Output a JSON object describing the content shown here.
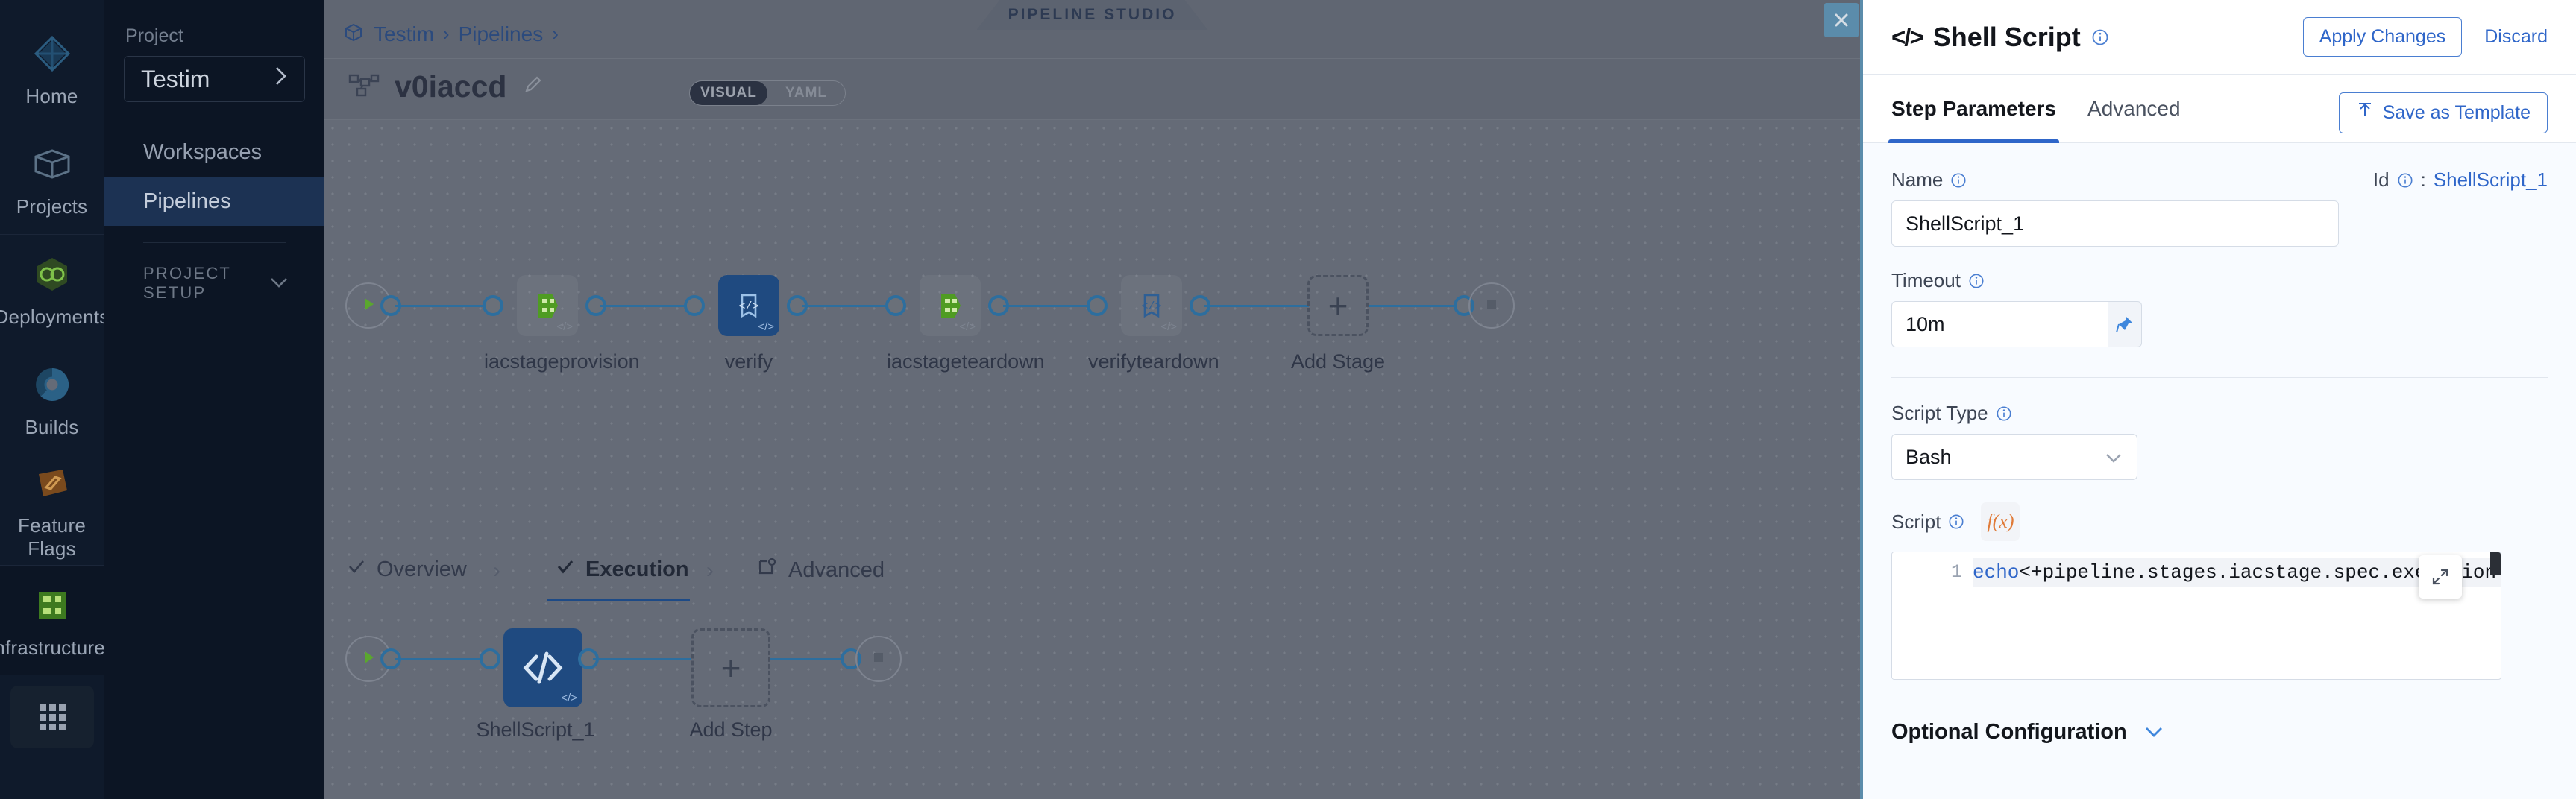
{
  "rail": {
    "items": [
      {
        "label": "Home",
        "icon": "home-diamond-icon"
      },
      {
        "label": "Projects",
        "icon": "box-icon"
      },
      {
        "label": "Deployments",
        "icon": "infinity-hex-icon"
      },
      {
        "label": "Builds",
        "icon": "build-circle-icon"
      },
      {
        "label": "Feature Flags",
        "icon": "flag-icon"
      },
      {
        "label": "Infrastructures",
        "icon": "infra-nodes-icon"
      }
    ],
    "grid_icon": "apps-grid-icon"
  },
  "project_sidebar": {
    "heading": "Project",
    "selected_project": "Testim",
    "chevron_icon": "chevron-right-icon",
    "nav": [
      {
        "label": "Workspaces",
        "active": false
      },
      {
        "label": "Pipelines",
        "active": true
      }
    ],
    "setup_label": "PROJECT SETUP",
    "setup_chevron": "chevron-down-icon"
  },
  "studio": {
    "tag": "PIPELINE STUDIO",
    "breadcrumb": {
      "project_icon": "cube-icon",
      "items": [
        "Testim",
        "Pipelines"
      ],
      "separator": "›"
    },
    "pipeline_icon": "pipeline-nodes-icon",
    "pipeline_name": "v0iaccd",
    "edit_icon": "pencil-icon",
    "view_toggle": {
      "options": [
        "VISUAL",
        "YAML"
      ],
      "selected": "VISUAL"
    }
  },
  "canvas": {
    "stages": [
      {
        "name": "iacstageprovision",
        "type": "infra",
        "selected": false
      },
      {
        "name": "verify",
        "type": "code",
        "selected": true
      },
      {
        "name": "iacstageteardown",
        "type": "infra",
        "selected": false
      },
      {
        "name": "verifyteardown",
        "type": "code",
        "selected": false
      }
    ],
    "add_stage_label": "Add Stage",
    "add_icon": "plus-icon",
    "start_icon": "play-icon",
    "end_icon": "stop-icon",
    "exec_tabs": [
      {
        "label": "Overview",
        "icon": "check-icon",
        "active": false
      },
      {
        "label": "Execution",
        "icon": "check-icon",
        "active": true
      },
      {
        "label": "Advanced",
        "icon": "advanced-gear-icon",
        "active": false
      }
    ],
    "tab_separator": "›",
    "steps": [
      {
        "name": "ShellScript_1",
        "type": "code",
        "selected": true
      }
    ],
    "add_step_label": "Add Step"
  },
  "panel": {
    "close_icon": "close-icon",
    "title": "Shell Script",
    "title_icon": "code-brackets-icon",
    "title_info_icon": "info-icon",
    "apply_label": "Apply Changes",
    "discard_label": "Discard",
    "tabs": [
      {
        "label": "Step Parameters",
        "active": true
      },
      {
        "label": "Advanced",
        "active": false
      }
    ],
    "save_template_label": "Save as Template",
    "save_template_icon": "upload-arrow-icon",
    "fields": {
      "name_label": "Name",
      "name_value": "ShellScript_1",
      "id_label": "Id",
      "id_separator": ":",
      "id_value": "ShellScript_1",
      "timeout_label": "Timeout",
      "timeout_value": "10m",
      "pin_icon": "pin-icon",
      "script_type_label": "Script Type",
      "script_type_value": "Bash",
      "script_type_chevron": "chevron-down-icon",
      "script_label": "Script",
      "fx_label": "f(x)",
      "fx_icon": "function-icon",
      "expand_icon": "expand-icon",
      "code_line_number": "1",
      "code_keyword": "echo",
      "code_rest": " <+pipeline.stages.iacstage.spec.execution.step  ppl"
    },
    "optional_config_label": "Optional Configuration",
    "optional_config_chevron": "chevron-down-icon"
  },
  "colors": {
    "accent_blue": "#2f66c9",
    "wire_blue": "#2d6e9e",
    "node_selected": "#1f4a80",
    "panel_bg": "#f8fbff",
    "canvas_bg": "#656b77",
    "sidebar_bg": "#0c1524"
  }
}
